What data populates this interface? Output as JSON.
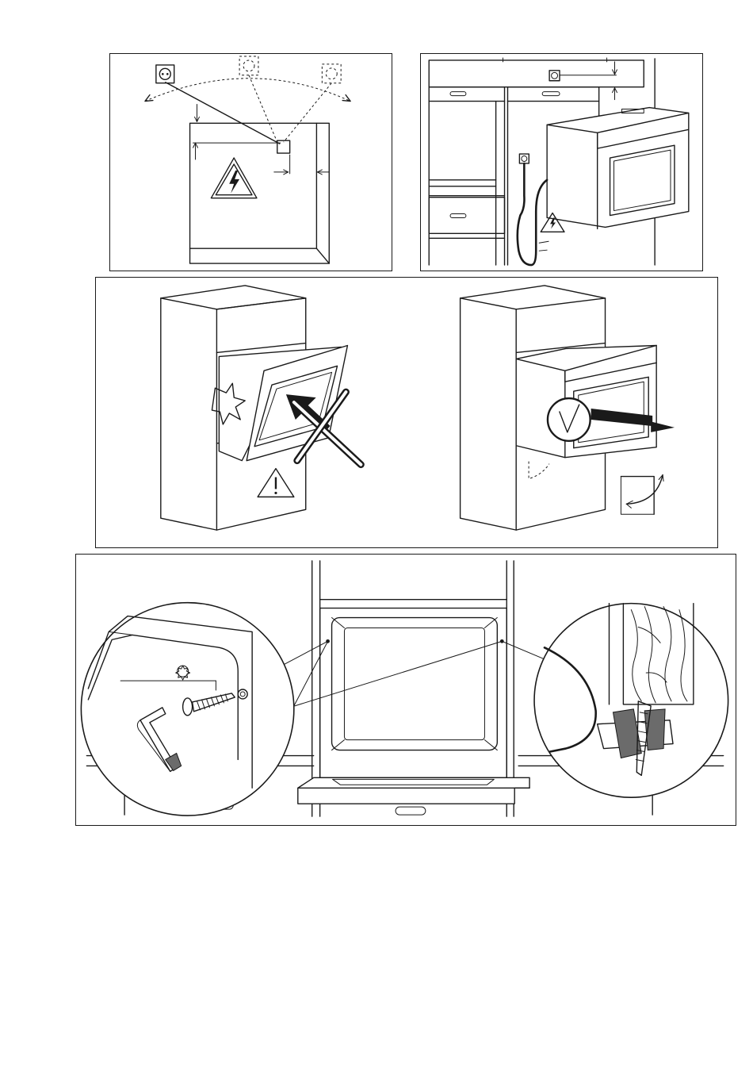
{
  "figure": {
    "panels": [
      {
        "id": "p1",
        "content": "socket-positions-behind-cabinet"
      },
      {
        "id": "p2",
        "content": "cable-connection-installation"
      },
      {
        "id": "p3",
        "content": "correct-and-incorrect-insertion"
      },
      {
        "id": "p4",
        "content": "fixing-screws-to-cabinet"
      }
    ],
    "icons": [
      "socket-icon",
      "electric-hazard-icon",
      "warning-icon",
      "cross-mark-icon",
      "check-mark-icon",
      "torx-icon",
      "screw-icon",
      "allen-key-icon"
    ],
    "colors": {
      "line": "#1a1a1a",
      "background": "#ffffff",
      "fill_dark": "#6b6b6b"
    }
  }
}
